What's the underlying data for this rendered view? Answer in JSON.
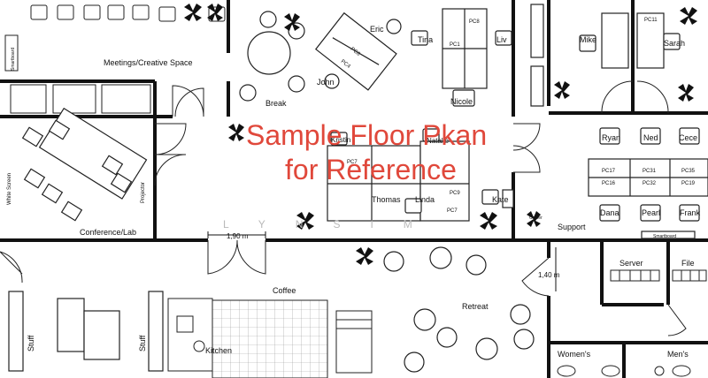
{
  "watermark": {
    "line1": "Sample Floor Pkan",
    "line2": "for Reference",
    "faint": "LYNSIM",
    "color": "#e0483b"
  },
  "rooms": {
    "meetings": "Meetings/Creative Space",
    "break": "Break",
    "conference": "Conference/Lab",
    "coffee": "Coffee",
    "kitchen": "Kitchen",
    "retreat": "Retreat",
    "support": "Support",
    "server": "Server",
    "file": "File",
    "womens": "Women's",
    "mens": "Men's",
    "stuff_left": "Stuff",
    "stuff_right": "Stuff"
  },
  "labels": {
    "white_screen": "White Screen",
    "projector": "Projector",
    "smartboard_left": "Smartboard",
    "smartboard_right": "Smartboard",
    "copier": "Copier",
    "dim_hall": "1,90 m",
    "dim_side": "1,40 m"
  },
  "people": {
    "eric": "Eric",
    "john": "John",
    "tina": "Tina",
    "liv": "Liv",
    "nicole": "Nicole",
    "mike": "Mike",
    "sarah": "Sarah",
    "kristin": "Kristin",
    "natalie": "Natalie",
    "thomas": "Thomas",
    "linda": "Linda",
    "kate": "Kate",
    "ryan": "Ryan",
    "ned": "Ned",
    "cece": "Cece",
    "dana": "Dana",
    "pearl": "Pearl",
    "frank": "Frank"
  },
  "pcs": {
    "pc6": "PC6",
    "pc4": "PC4",
    "pc8": "PC8",
    "pc1": "PC1",
    "pc11": "PC11",
    "pc7a": "PC7",
    "pc9": "PC9",
    "pc7b": "PC7",
    "pc17": "PC17",
    "pc16": "PC16",
    "pc31": "PC31",
    "pc32": "PC32",
    "pc35": "PC35",
    "pc19": "PC19"
  }
}
